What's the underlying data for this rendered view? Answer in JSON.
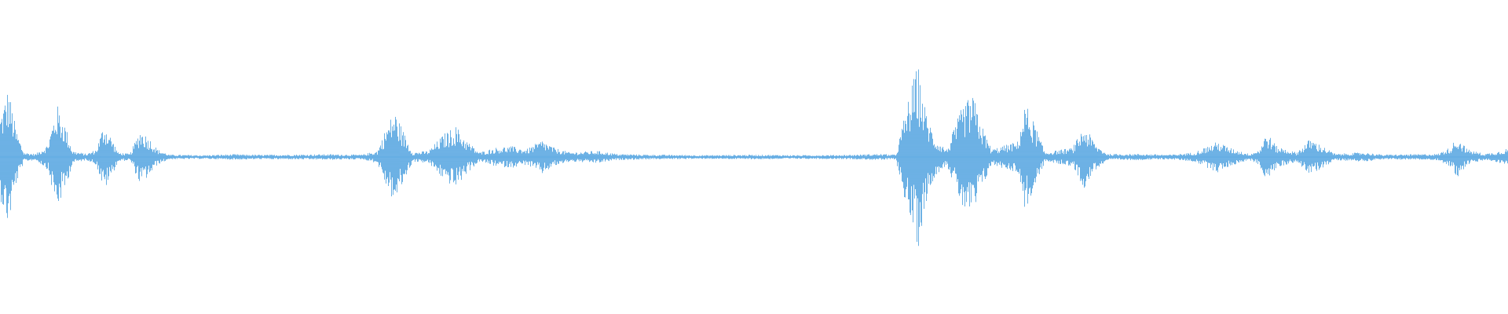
{
  "waveform": {
    "color": "#5DA9E2",
    "background": "#FFFFFF",
    "envelope": [
      [
        0,
        0.27
      ],
      [
        10,
        0.45
      ],
      [
        20,
        0.18
      ],
      [
        30,
        0.03
      ],
      [
        45,
        0.02
      ],
      [
        60,
        0.08
      ],
      [
        72,
        0.34
      ],
      [
        82,
        0.22
      ],
      [
        92,
        0.04
      ],
      [
        110,
        0.02
      ],
      [
        122,
        0.05
      ],
      [
        132,
        0.22
      ],
      [
        142,
        0.12
      ],
      [
        150,
        0.03
      ],
      [
        165,
        0.02
      ],
      [
        178,
        0.18
      ],
      [
        190,
        0.12
      ],
      [
        200,
        0.05
      ],
      [
        215,
        0.015
      ],
      [
        260,
        0.012
      ],
      [
        300,
        0.018
      ],
      [
        330,
        0.014
      ],
      [
        380,
        0.016
      ],
      [
        420,
        0.018
      ],
      [
        460,
        0.015
      ],
      [
        480,
        0.04
      ],
      [
        492,
        0.2
      ],
      [
        502,
        0.3
      ],
      [
        512,
        0.18
      ],
      [
        525,
        0.03
      ],
      [
        545,
        0.04
      ],
      [
        565,
        0.15
      ],
      [
        580,
        0.2
      ],
      [
        595,
        0.1
      ],
      [
        610,
        0.03
      ],
      [
        630,
        0.06
      ],
      [
        650,
        0.07
      ],
      [
        670,
        0.05
      ],
      [
        690,
        0.11
      ],
      [
        705,
        0.06
      ],
      [
        725,
        0.03
      ],
      [
        760,
        0.04
      ],
      [
        785,
        0.02
      ],
      [
        830,
        0.015
      ],
      [
        900,
        0.012
      ],
      [
        960,
        0.015
      ],
      [
        1020,
        0.012
      ],
      [
        1080,
        0.014
      ],
      [
        1120,
        0.02
      ],
      [
        1140,
        0.015
      ],
      [
        1155,
        0.35
      ],
      [
        1168,
        0.6
      ],
      [
        1178,
        0.3
      ],
      [
        1190,
        0.12
      ],
      [
        1205,
        0.05
      ],
      [
        1225,
        0.33
      ],
      [
        1238,
        0.4
      ],
      [
        1250,
        0.2
      ],
      [
        1262,
        0.05
      ],
      [
        1295,
        0.1
      ],
      [
        1305,
        0.35
      ],
      [
        1318,
        0.2
      ],
      [
        1330,
        0.03
      ],
      [
        1365,
        0.06
      ],
      [
        1380,
        0.2
      ],
      [
        1395,
        0.08
      ],
      [
        1410,
        0.02
      ],
      [
        1450,
        0.02
      ],
      [
        1490,
        0.015
      ],
      [
        1520,
        0.03
      ],
      [
        1550,
        0.1
      ],
      [
        1565,
        0.06
      ],
      [
        1590,
        0.02
      ],
      [
        1603,
        0.05
      ],
      [
        1612,
        0.16
      ],
      [
        1625,
        0.07
      ],
      [
        1650,
        0.03
      ],
      [
        1668,
        0.12
      ],
      [
        1680,
        0.08
      ],
      [
        1700,
        0.02
      ],
      [
        1735,
        0.03
      ],
      [
        1760,
        0.015
      ],
      [
        1830,
        0.02
      ],
      [
        1845,
        0.06
      ],
      [
        1855,
        0.13
      ],
      [
        1868,
        0.05
      ],
      [
        1890,
        0.02
      ],
      [
        1910,
        0.04
      ],
      [
        1920,
        0.06
      ]
    ]
  }
}
